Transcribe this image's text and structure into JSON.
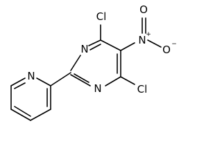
{
  "molecule": {
    "atoms": {
      "cl_top": "Cl",
      "cl_bottom": "Cl",
      "n_pyrimidine_top": "N",
      "n_pyrimidine_bottom": "N",
      "n_nitro": "N",
      "o_nitro_top": "O",
      "o_nitro_right": "O",
      "n_pyridine": "N",
      "nitro_n_charge": "+",
      "nitro_o_charge": "−"
    }
  }
}
